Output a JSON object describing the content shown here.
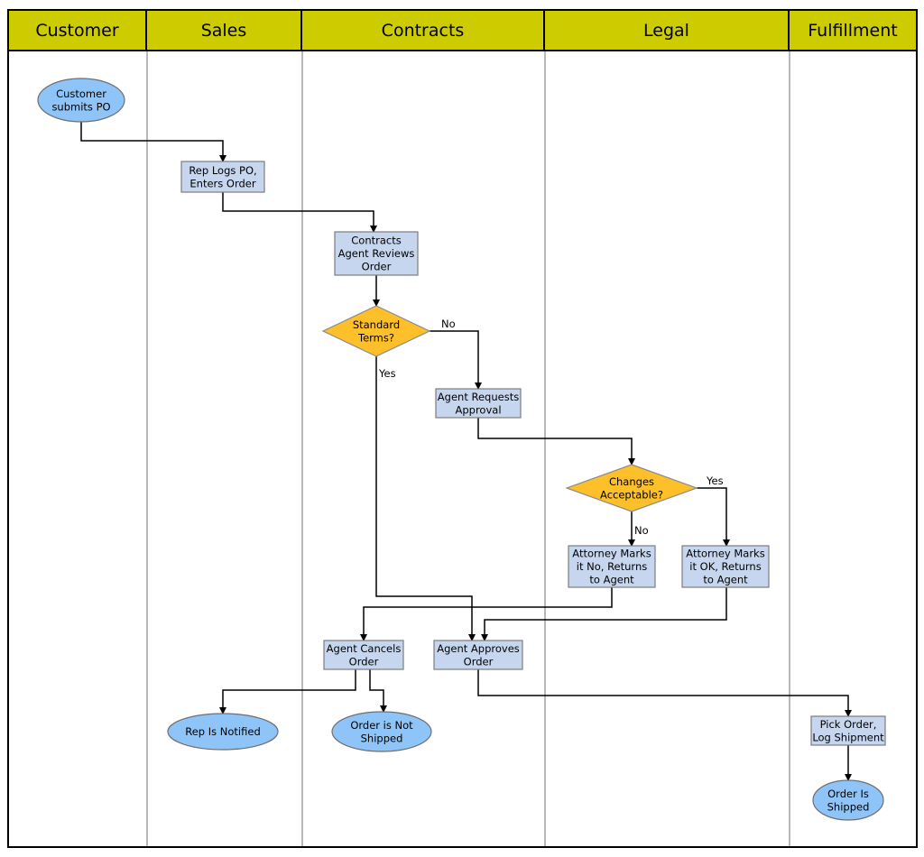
{
  "lanes": [
    {
      "id": "customer",
      "label": "Customer"
    },
    {
      "id": "sales",
      "label": "Sales"
    },
    {
      "id": "contracts",
      "label": "Contracts"
    },
    {
      "id": "legal",
      "label": "Legal"
    },
    {
      "id": "fulfillment",
      "label": "Fulfillment"
    }
  ],
  "colors": {
    "header": "#cccc00",
    "process_fill": "#c6d6ee",
    "terminal_fill": "#8ec4f7",
    "decision_fill": "#fdc02a",
    "lane_divider": "#b8b8b8"
  },
  "nodes": {
    "customer_submits_po": {
      "lane": "customer",
      "shape": "ellipse",
      "lines": [
        "Customer",
        "submits PO"
      ]
    },
    "rep_logs_po": {
      "lane": "sales",
      "shape": "process",
      "lines": [
        "Rep Logs PO,",
        "Enters Order"
      ]
    },
    "contracts_agent_reviews": {
      "lane": "contracts",
      "shape": "process",
      "lines": [
        "Contracts",
        "Agent Reviews",
        "Order"
      ]
    },
    "standard_terms": {
      "lane": "contracts",
      "shape": "decision",
      "lines": [
        "Standard",
        "Terms?"
      ]
    },
    "agent_requests_approval": {
      "lane": "contracts",
      "shape": "process",
      "lines": [
        "Agent Requests",
        "Approval"
      ]
    },
    "changes_acceptable": {
      "lane": "legal",
      "shape": "decision",
      "lines": [
        "Changes",
        "Acceptable?"
      ]
    },
    "attorney_marks_no": {
      "lane": "legal",
      "shape": "process",
      "lines": [
        "Attorney Marks",
        "it No, Returns",
        "to Agent"
      ]
    },
    "attorney_marks_ok": {
      "lane": "legal",
      "shape": "process",
      "lines": [
        "Attorney Marks",
        "it OK, Returns",
        "to Agent"
      ]
    },
    "agent_cancels_order": {
      "lane": "contracts",
      "shape": "process",
      "lines": [
        "Agent Cancels",
        "Order"
      ]
    },
    "agent_approves_order": {
      "lane": "contracts",
      "shape": "process",
      "lines": [
        "Agent Approves",
        "Order"
      ]
    },
    "rep_is_notified": {
      "lane": "sales",
      "shape": "ellipse",
      "lines": [
        "Rep Is Notified"
      ]
    },
    "order_not_shipped": {
      "lane": "contracts",
      "shape": "ellipse",
      "lines": [
        "Order is Not",
        "Shipped"
      ]
    },
    "pick_order": {
      "lane": "fulfillment",
      "shape": "process",
      "lines": [
        "Pick Order,",
        "Log Shipment"
      ]
    },
    "order_shipped": {
      "lane": "fulfillment",
      "shape": "ellipse",
      "lines": [
        "Order Is",
        "Shipped"
      ]
    }
  },
  "edges": [
    {
      "from": "customer_submits_po",
      "to": "rep_logs_po",
      "label": ""
    },
    {
      "from": "rep_logs_po",
      "to": "contracts_agent_reviews",
      "label": ""
    },
    {
      "from": "contracts_agent_reviews",
      "to": "standard_terms",
      "label": ""
    },
    {
      "from": "standard_terms",
      "to": "agent_requests_approval",
      "label": "No"
    },
    {
      "from": "standard_terms",
      "to": "agent_approves_order",
      "label": "Yes"
    },
    {
      "from": "agent_requests_approval",
      "to": "changes_acceptable",
      "label": ""
    },
    {
      "from": "changes_acceptable",
      "to": "attorney_marks_no",
      "label": "No"
    },
    {
      "from": "changes_acceptable",
      "to": "attorney_marks_ok",
      "label": "Yes"
    },
    {
      "from": "attorney_marks_no",
      "to": "agent_cancels_order",
      "label": ""
    },
    {
      "from": "attorney_marks_ok",
      "to": "agent_approves_order",
      "label": ""
    },
    {
      "from": "agent_cancels_order",
      "to": "rep_is_notified",
      "label": ""
    },
    {
      "from": "agent_cancels_order",
      "to": "order_not_shipped",
      "label": ""
    },
    {
      "from": "agent_approves_order",
      "to": "pick_order",
      "label": ""
    },
    {
      "from": "pick_order",
      "to": "order_shipped",
      "label": ""
    }
  ]
}
